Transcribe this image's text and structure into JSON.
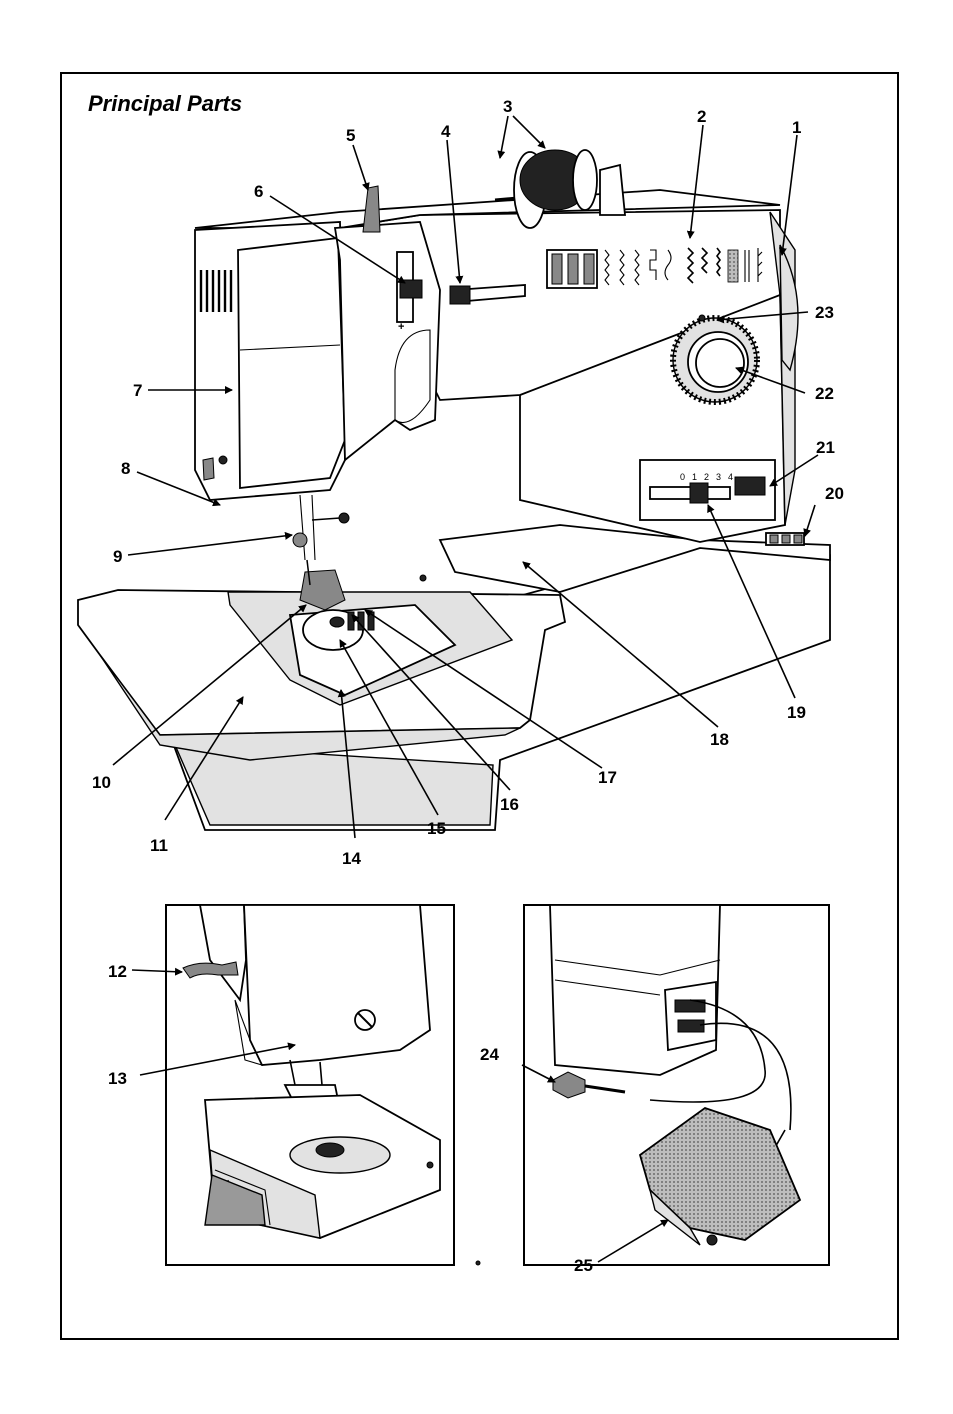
{
  "page": {
    "title": "Principal Parts"
  },
  "callouts": [
    {
      "id": "c1",
      "label": "1"
    },
    {
      "id": "c2",
      "label": "2"
    },
    {
      "id": "c3",
      "label": "3"
    },
    {
      "id": "c4",
      "label": "4"
    },
    {
      "id": "c5",
      "label": "5"
    },
    {
      "id": "c6",
      "label": "6"
    },
    {
      "id": "c7",
      "label": "7"
    },
    {
      "id": "c8",
      "label": "8"
    },
    {
      "id": "c9",
      "label": "9"
    },
    {
      "id": "c10",
      "label": "10"
    },
    {
      "id": "c11",
      "label": "11"
    },
    {
      "id": "c12",
      "label": "12"
    },
    {
      "id": "c13",
      "label": "13"
    },
    {
      "id": "c14",
      "label": "14"
    },
    {
      "id": "c15",
      "label": "15"
    },
    {
      "id": "c16",
      "label": "16"
    },
    {
      "id": "c17",
      "label": "17"
    },
    {
      "id": "c18",
      "label": "18"
    },
    {
      "id": "c19",
      "label": "19"
    },
    {
      "id": "c20",
      "label": "20"
    },
    {
      "id": "c21",
      "label": "21"
    },
    {
      "id": "c22",
      "label": "22"
    },
    {
      "id": "c23",
      "label": "23"
    },
    {
      "id": "c24",
      "label": "24"
    },
    {
      "id": "c25",
      "label": "25"
    }
  ],
  "stitch_width_scale": [
    "0",
    "1",
    "2",
    "3",
    "4"
  ]
}
